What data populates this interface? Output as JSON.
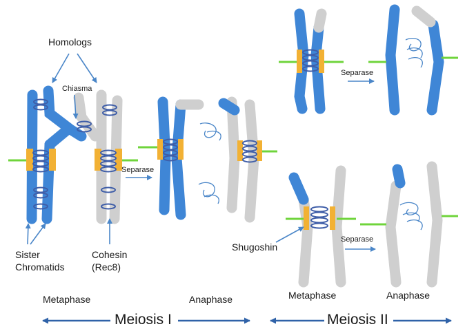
{
  "labels": {
    "homologs": "Homologs",
    "chiasma": "Chiasma",
    "separase_1": "Separase",
    "separase_2": "Separase",
    "separase_3": "Separase",
    "sister_chromatids_line1": "Sister",
    "sister_chromatids_line2": "Chromatids",
    "cohesin_line1": "Cohesin",
    "cohesin_line2": "(Rec8)",
    "shugoshin": "Shugoshin",
    "metaphase_1": "Metaphase",
    "anaphase_1": "Anaphase",
    "metaphase_2": "Metaphase",
    "anaphase_2": "Anaphase",
    "meiosis_1": "Meiosis I",
    "meiosis_2": "Meiosis II"
  },
  "colors": {
    "chromatid_blue": "#3f86d6",
    "chromatid_gray": "#cfcfcf",
    "centromere_orange": "#f2b134",
    "spindle_green": "#6fd43b",
    "cohesin_ring": "#3f5ea8",
    "arrow": "#4a86c8",
    "phase_arrow": "#2f62a8"
  }
}
